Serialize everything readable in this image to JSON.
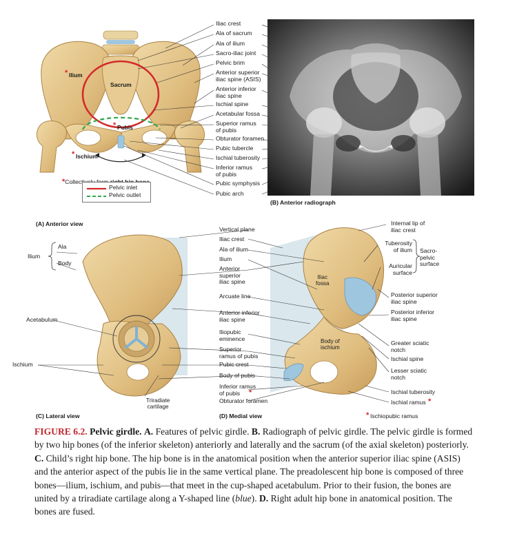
{
  "panelA": {
    "labels": [
      "Iliac crest",
      "Ala of sacrum",
      "Ala of ilium",
      "Sacro-iliac joint",
      "Pelvic brim",
      "Anterior superior\niliac spine (ASIS)",
      "Anterior inferior\niliac spine",
      "Ischial spine",
      "Acetabular fossa",
      "Superior ramus\nof pubis",
      "Obturator foramen",
      "Pubic tubercle",
      "Ischial tuberosity",
      "Inferior ramus\nof pubis",
      "Pubic symphysis",
      "Pubic arch"
    ],
    "bone_ilium": "Ilium",
    "bone_sacrum": "Sacrum",
    "bone_pubis": "Pubis",
    "bone_ischium": "Ischium",
    "star": "*",
    "collective_note": "Collectively form ",
    "collective_bold": "right hip bone",
    "legend_inlet": "Pelvic inlet",
    "legend_outlet": "Pelvic outlet",
    "title": "(A) Anterior view",
    "colors": {
      "inlet": "#d42a2a",
      "outlet": "#2ea84a",
      "bone": "#e2c48a"
    }
  },
  "panelB": {
    "title": "(B) Anterior radiograph"
  },
  "panelC": {
    "title": "(C) Lateral view",
    "ilium": "Ilium",
    "ala": "Ala",
    "body": "Body",
    "acetabulum": "Acetabulum",
    "ischium": "Ischium",
    "triradiate": "Triradiate\ncartilage"
  },
  "panelD": {
    "title": "(D) Medial view",
    "left_labels": [
      "Vertical plane",
      "Iliac crest",
      "Ala of ilium",
      "Ilium",
      "Anterior\nsuperior\niliac spine",
      "Arcuate line",
      "Anterior inferior\niliac spine",
      "Iliopubic\neminence",
      "Superior\nramus of pubis",
      "Pubic crest",
      "Body of pubis",
      "Inferior ramus\nof pubis",
      "Obturator foramen"
    ],
    "right_labels": [
      "Internal lip of\niliac crest",
      "Tuberosity\nof ilium",
      "Auricular\nsurface",
      "Posterior superior\niliac spine",
      "Posterior inferior\niliac spine",
      "Greater sciatic\nnotch",
      "Ischial spine",
      "Lesser sciatic\nnotch",
      "Ischial tuberosity",
      "Ischial ramus",
      "Ischiopubic ramus"
    ],
    "sacropelvic": "Sacro-\npelvic\nsurface",
    "iliac_fossa": "Iliac\nfossa",
    "body_ischium": "Body of\nischium",
    "star": "*"
  },
  "caption": {
    "fig": "FIGURE 6.2.",
    "title": "Pelvic girdle.",
    "a": "A.",
    "a_text": " Features of pelvic girdle. ",
    "b": "B.",
    "b_text": " Radiograph of pelvic girdle. The pelvic girdle is formed by two hip bones (of the inferior skeleton) anteriorly and laterally and the sacrum (of the axial skeleton) posteriorly. ",
    "c": "C.",
    "c_text": " Child’s right hip bone. The hip bone is in the anatomical position when the anterior superior iliac spine (ASIS) and the anterior aspect of the pubis lie in the same vertical plane. The preadolescent hip bone is composed of three bones—ilium, ischium, and pubis—that meet in the cup-shaped acetabulum. Prior to their fusion, the bones are united by a triradiate cartilage along a Y-shaped line (",
    "blue": "blue",
    "c_end": "). ",
    "d": "D.",
    "d_text": " Right adult hip bone in anatomical position. The bones are fused."
  }
}
